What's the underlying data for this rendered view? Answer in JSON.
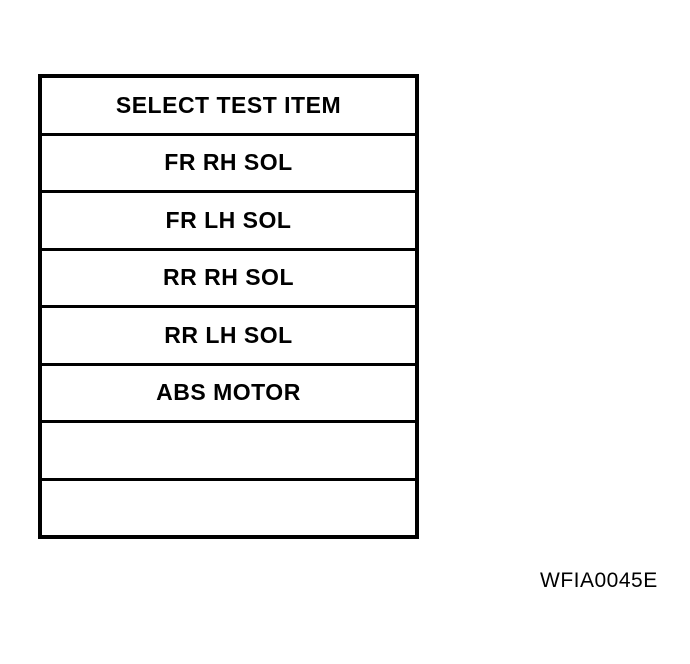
{
  "menu": {
    "title": "SELECT TEST ITEM",
    "items": [
      "FR RH SOL",
      "FR LH SOL",
      "RR RH SOL",
      "RR LH SOL",
      "ABS MOTOR",
      "",
      ""
    ]
  },
  "figure_code": "WFIA0045E",
  "colors": {
    "background": "#ffffff",
    "border": "#000000",
    "text": "#000000"
  }
}
